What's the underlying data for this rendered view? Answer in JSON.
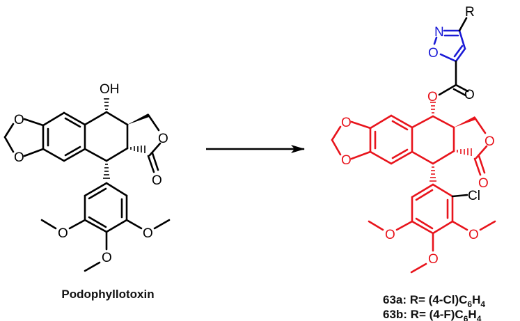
{
  "figure": {
    "type": "reaction-scheme",
    "colors": {
      "starting_material": "#000000",
      "product_core": "#e8141c",
      "isoxazole": "#1a1ad6",
      "substituents": "#000000"
    },
    "arrow": {
      "direction": "right"
    },
    "starting_material": {
      "name": "Podophyllotoxin",
      "atoms": {
        "hydroxyl": "OH",
        "methylenedioxy_o1": "O",
        "methylenedioxy_o2": "O",
        "lactone_o": "O",
        "carbonyl_o": "O",
        "ome_left": "O",
        "ome_right": "O",
        "ome_bottom": "O"
      }
    },
    "product": {
      "atoms": {
        "r_group": "R",
        "isoxazole_n": "N",
        "isoxazole_o": "O",
        "ester_carbonyl_o": "O",
        "ester_o": "O",
        "methylenedioxy_o1": "O",
        "methylenedioxy_o2": "O",
        "lactone_o": "O",
        "carbonyl_o": "O",
        "chloro": "Cl",
        "ome_left": "O",
        "ome_right": "O",
        "ome_bottom": "O"
      },
      "compounds": [
        {
          "id": "63a",
          "prefix": "63a: R= (4-Cl)C",
          "sub1": "6",
          "mid": "H",
          "sub2": "4"
        },
        {
          "id": "63b",
          "prefix": "63b: R= (4-F)C",
          "sub1": "6",
          "mid": "H",
          "sub2": "4"
        }
      ]
    }
  }
}
